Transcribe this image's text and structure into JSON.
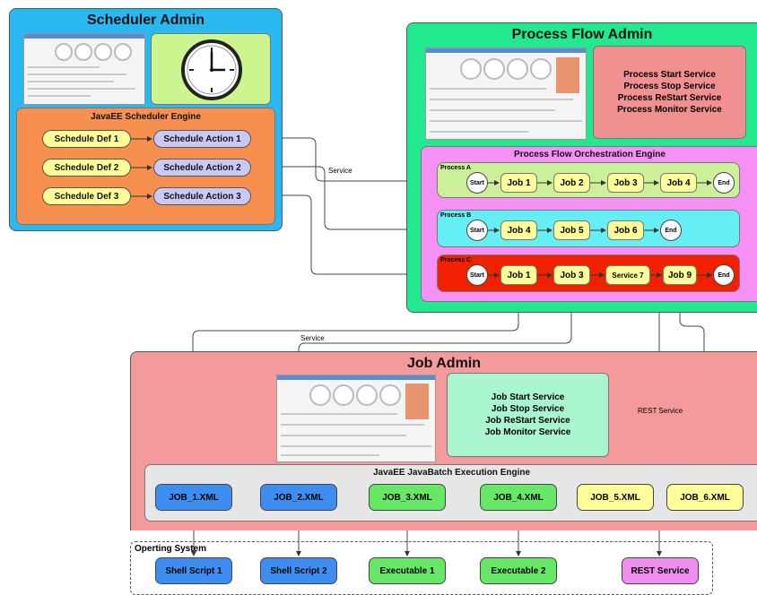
{
  "scheduler_admin": {
    "title": "Scheduler Admin",
    "engine_title": "JavaEE Scheduler Engine",
    "defs": [
      "Schedule Def 1",
      "Schedule Def 2",
      "Schedule Def 3"
    ],
    "actions": [
      "Schedule Action 1",
      "Schedule Action 2",
      "Schedule Action 3"
    ]
  },
  "process_flow_admin": {
    "title": "Process Flow Admin",
    "services": [
      "Process Start Service",
      "Process Stop Service",
      "Process ReStart Service",
      "Process Monitor Service"
    ],
    "engine_title": "Process Flow Orchestration Engine",
    "processes": [
      {
        "label": "Process A",
        "start": "Start",
        "steps": [
          "Job 1",
          "Job 2",
          "Job 3",
          "Job 4"
        ],
        "end": "End"
      },
      {
        "label": "Process B",
        "start": "Start",
        "steps": [
          "Job 4",
          "Job 5",
          "Job 6"
        ],
        "end": "End"
      },
      {
        "label": "Process C",
        "start": "Start",
        "steps": [
          "Job 1",
          "Job 3",
          "Service 7",
          "Job 9"
        ],
        "end": "End"
      }
    ]
  },
  "job_admin": {
    "title": "Job Admin",
    "services": [
      "Job Start Service",
      "Job Stop Service",
      "Job ReStart Service",
      "Job Monitor Service"
    ],
    "engine_title": "JavaEE JavaBatch Execution Engine",
    "xml_jobs": [
      "JOB_1.XML",
      "JOB_2.XML",
      "JOB_3.XML",
      "JOB_4.XML",
      "JOB_5.XML",
      "JOB_6.XML"
    ]
  },
  "operating_system": {
    "title": "Operting System",
    "items": [
      "Shell Script 1",
      "Shell Script 2",
      "Executable 1",
      "Executable 2",
      "REST Service"
    ]
  },
  "edge_labels": {
    "service_1": "Service",
    "service_2": "Service",
    "rest_service": "REST Service"
  },
  "colors": {
    "scheduler_bg": "#2ab8f0",
    "scheduler_engine": "#f7904f",
    "process_bg": "#22e890",
    "orchestration_bg": "#f590f5",
    "process_a": "#ccf099",
    "process_b": "#66eef5",
    "process_c": "#f02000",
    "job_admin_bg": "#f59a9a",
    "engine_bg": "#e6e6e6",
    "blue_job": "#3d8ef0",
    "green_job": "#66e866",
    "yellow_job": "#ffff99",
    "rest_service": "#f08ef0"
  }
}
